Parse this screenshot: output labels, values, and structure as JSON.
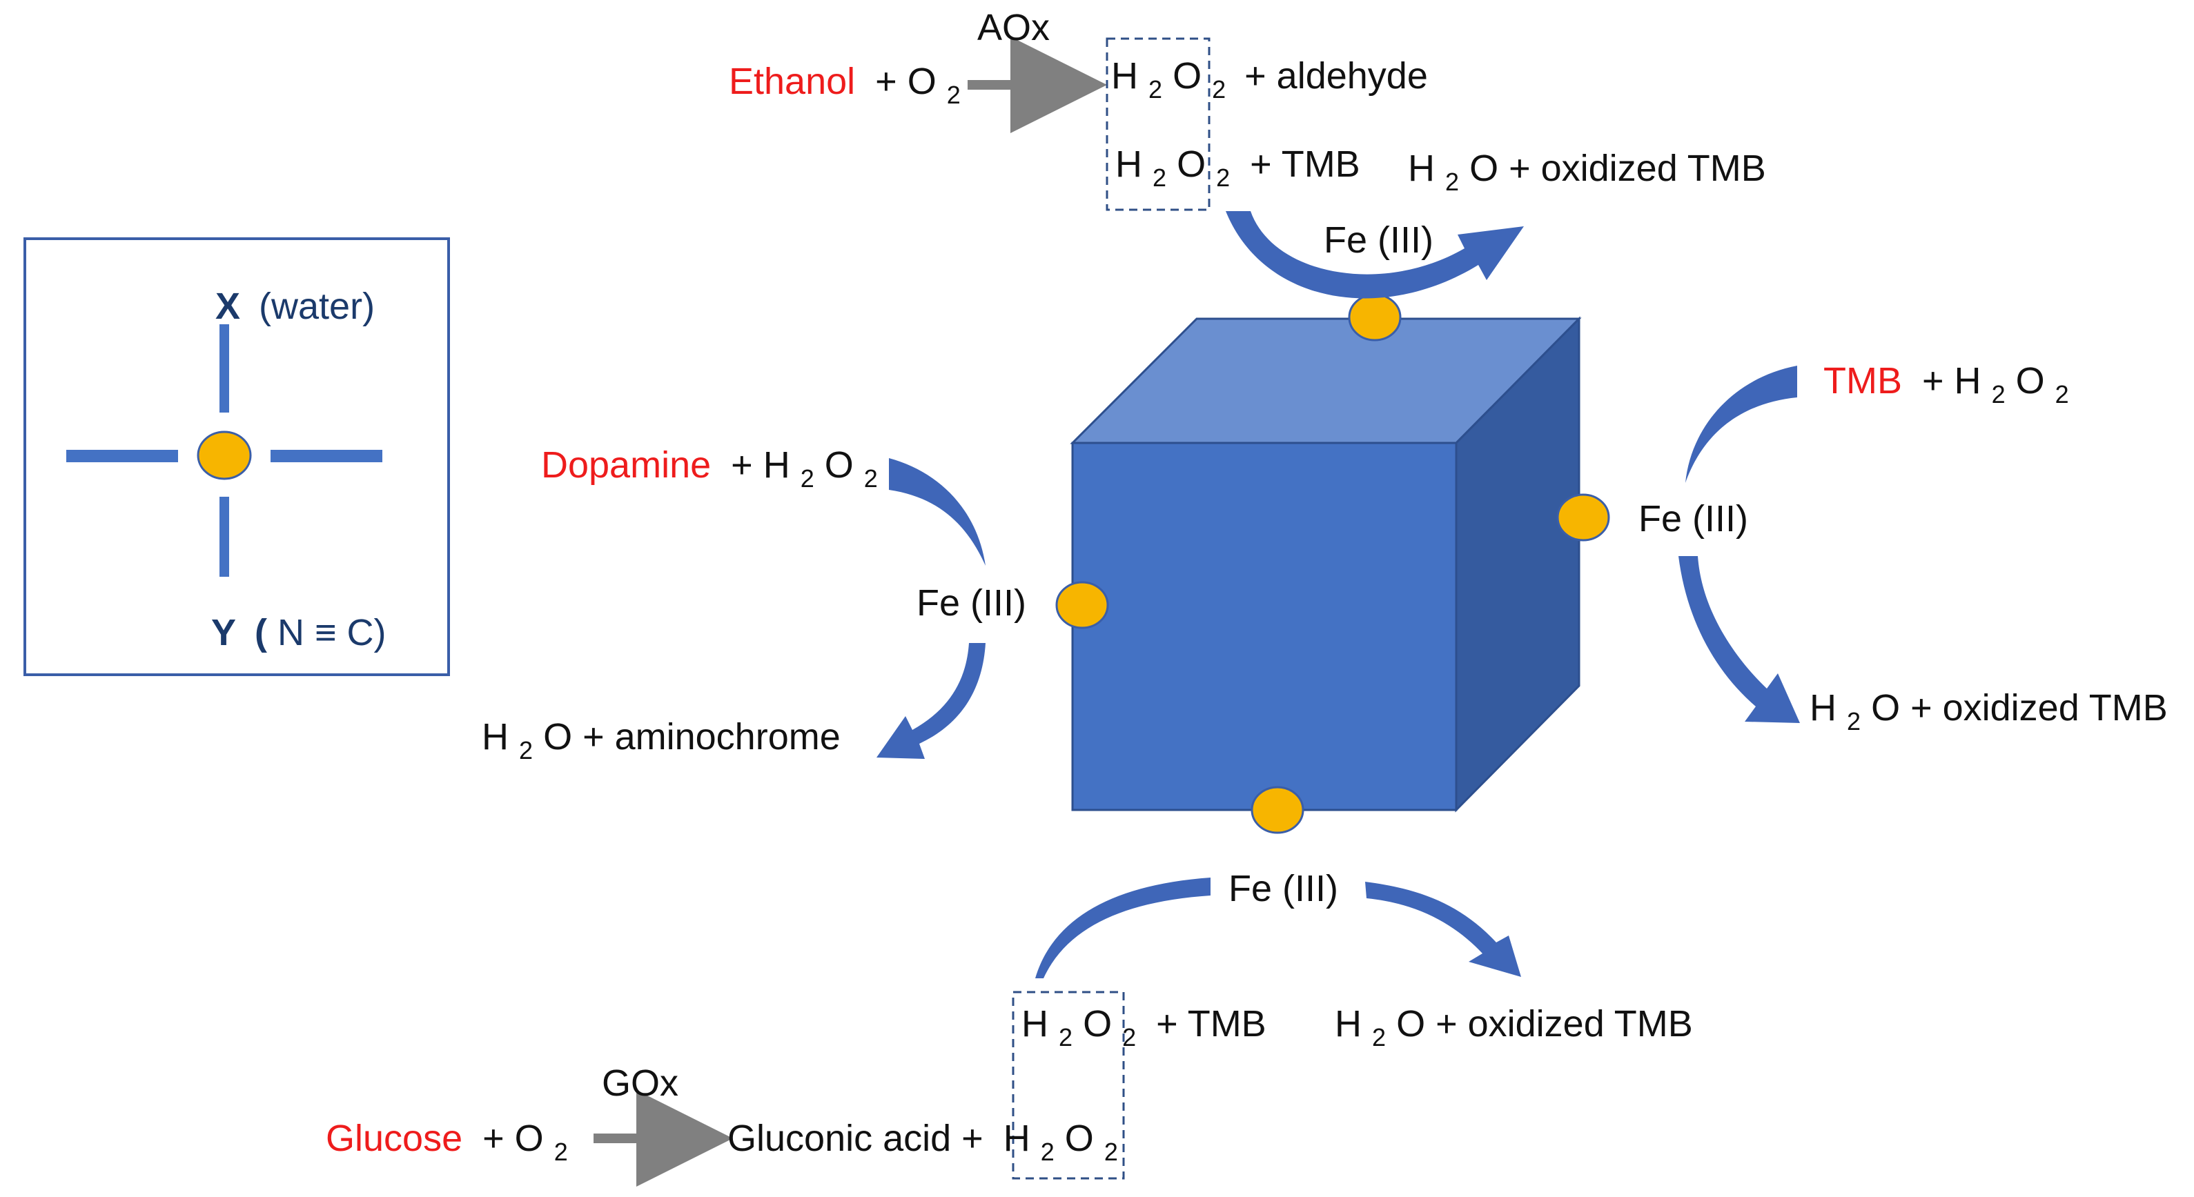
{
  "colors": {
    "cube_front": "#4472c4",
    "cube_top": "#6a8fd0",
    "cube_side": "#355b9f",
    "arrow_blue": "#3f66b8",
    "node_yellow": "#f7b500",
    "reactant_red": "#ee1c1c",
    "legend_navy": "#1b3a6b",
    "gray_arrow": "#808080",
    "dashed_box": "#2f4f86"
  },
  "legend": {
    "x_label": "X",
    "x_desc": "(water)",
    "y_label": "Y",
    "y_paren_open": "(",
    "y_desc": "N ≡ C)"
  },
  "top": {
    "enzyme": "AOx",
    "reactant": "Ethanol",
    "plus_o": "+ O",
    "o_sub": "2",
    "h2o2_h": "H",
    "h2o2_sub1": "2",
    "h2o2_o": "O",
    "h2o2_sub2": "2",
    "aldehyde": "+ aldehyde",
    "plus_tmb": "+ TMB",
    "product_h": "H",
    "product_sub": "2",
    "product_rest": "O + oxidized TMB",
    "catalyst": "Fe (III)"
  },
  "right": {
    "reactant": "TMB",
    "plus_h": "+ H",
    "sub1": "2",
    "o": "O",
    "sub2": "2",
    "catalyst": "Fe (III)",
    "product_h": "H",
    "product_sub": "2",
    "product_rest": "O + oxidized TMB"
  },
  "left": {
    "reactant": "Dopamine",
    "plus_h": "+ H",
    "sub1": "2",
    "o": "O",
    "sub2": "2",
    "catalyst": "Fe (III)",
    "product_h": "H",
    "product_sub": "2",
    "product_rest": "O + aminochrome"
  },
  "bottom": {
    "catalyst": "Fe (III)",
    "h": "H",
    "sub1": "2",
    "o": "O",
    "sub2": "2",
    "plus_tmb": "+ TMB",
    "product_h": "H",
    "product_sub": "2",
    "product_rest": "O + oxidized TMB",
    "enzyme": "GOx",
    "reactant": "Glucose",
    "plus_o": "+ O",
    "o_sub": "2",
    "gluconic": "Gluconic acid +"
  }
}
